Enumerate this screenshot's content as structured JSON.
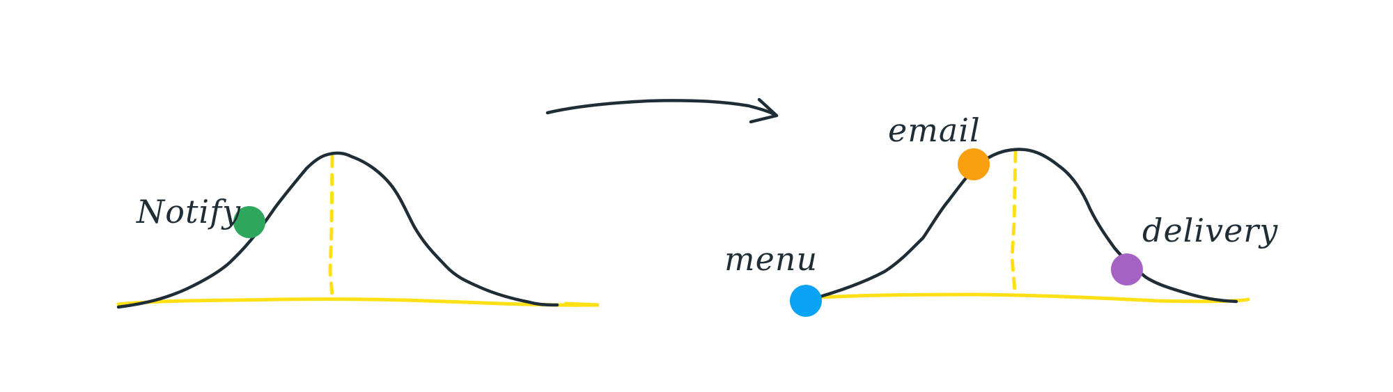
{
  "colors": {
    "ink": "#1f2d36",
    "baseline": "#ffe017",
    "mean_line": "#ffe017",
    "notify_dot": "#2ea65c",
    "email_dot": "#f8a010",
    "menu_dot": "#0aa3f5",
    "delivery_dot": "#a462c2"
  },
  "left_diagram": {
    "points": [
      {
        "label": "Notify",
        "color_key": "notify_dot"
      }
    ]
  },
  "transition_arrow": {
    "icon": "right-arrow-icon"
  },
  "right_diagram": {
    "points": [
      {
        "label": "menu",
        "color_key": "menu_dot"
      },
      {
        "label": "email",
        "color_key": "email_dot"
      },
      {
        "label": "delivery",
        "color_key": "delivery_dot"
      }
    ]
  }
}
